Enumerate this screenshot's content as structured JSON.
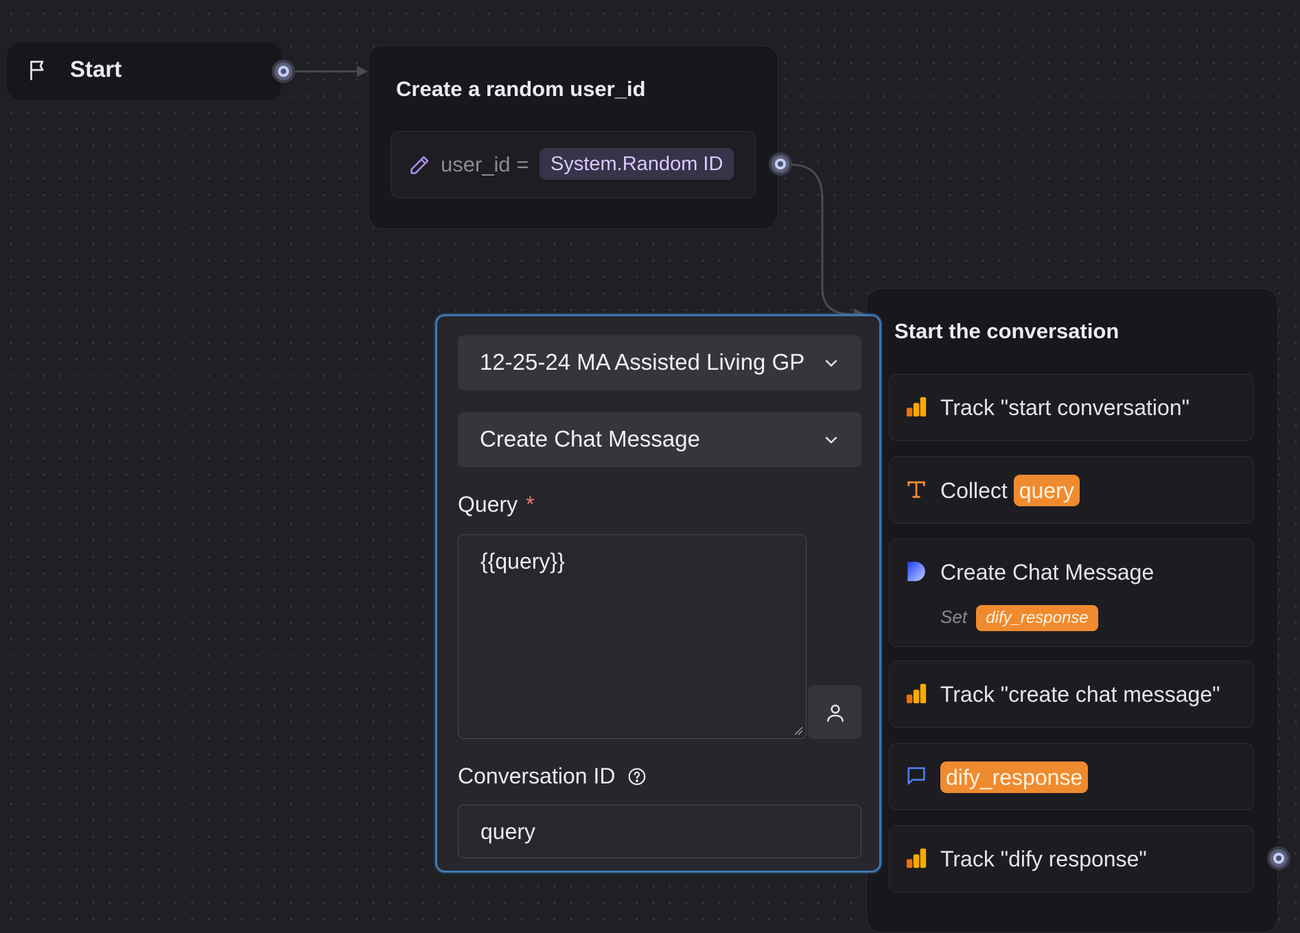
{
  "start_node": {
    "label": "Start"
  },
  "random_node": {
    "title": "Create a random user_id",
    "assignment_lhs": "user_id =",
    "assignment_value": "System.Random ID"
  },
  "panel": {
    "app_select": "12-25-24 MA Assisted Living GP",
    "action_select": "Create Chat Message",
    "query_label": "Query",
    "query_required_mark": "*",
    "query_value": "{{query}}",
    "conversation_label": "Conversation ID",
    "conversation_value": "query"
  },
  "conversation_node": {
    "title": "Start the conversation",
    "steps": [
      {
        "icon": "analytics-icon",
        "text": "Track \"start conversation\""
      },
      {
        "icon": "text-input-icon",
        "prefix": "Collect",
        "tag": "query"
      },
      {
        "icon": "dify-icon",
        "text": "Create Chat Message",
        "set_label": "Set",
        "set_tag": "dify_response"
      },
      {
        "icon": "analytics-icon",
        "text": "Track \"create chat message\""
      },
      {
        "icon": "chat-bubble-icon",
        "tag": "dify_response"
      },
      {
        "icon": "analytics-icon",
        "text": "Track \"dify response\""
      }
    ]
  },
  "colors": {
    "canvas": "#1f1f24",
    "accent_orange": "#ef8b2e",
    "panel_border": "#3c78b4",
    "handle": "#c5cdf6"
  }
}
